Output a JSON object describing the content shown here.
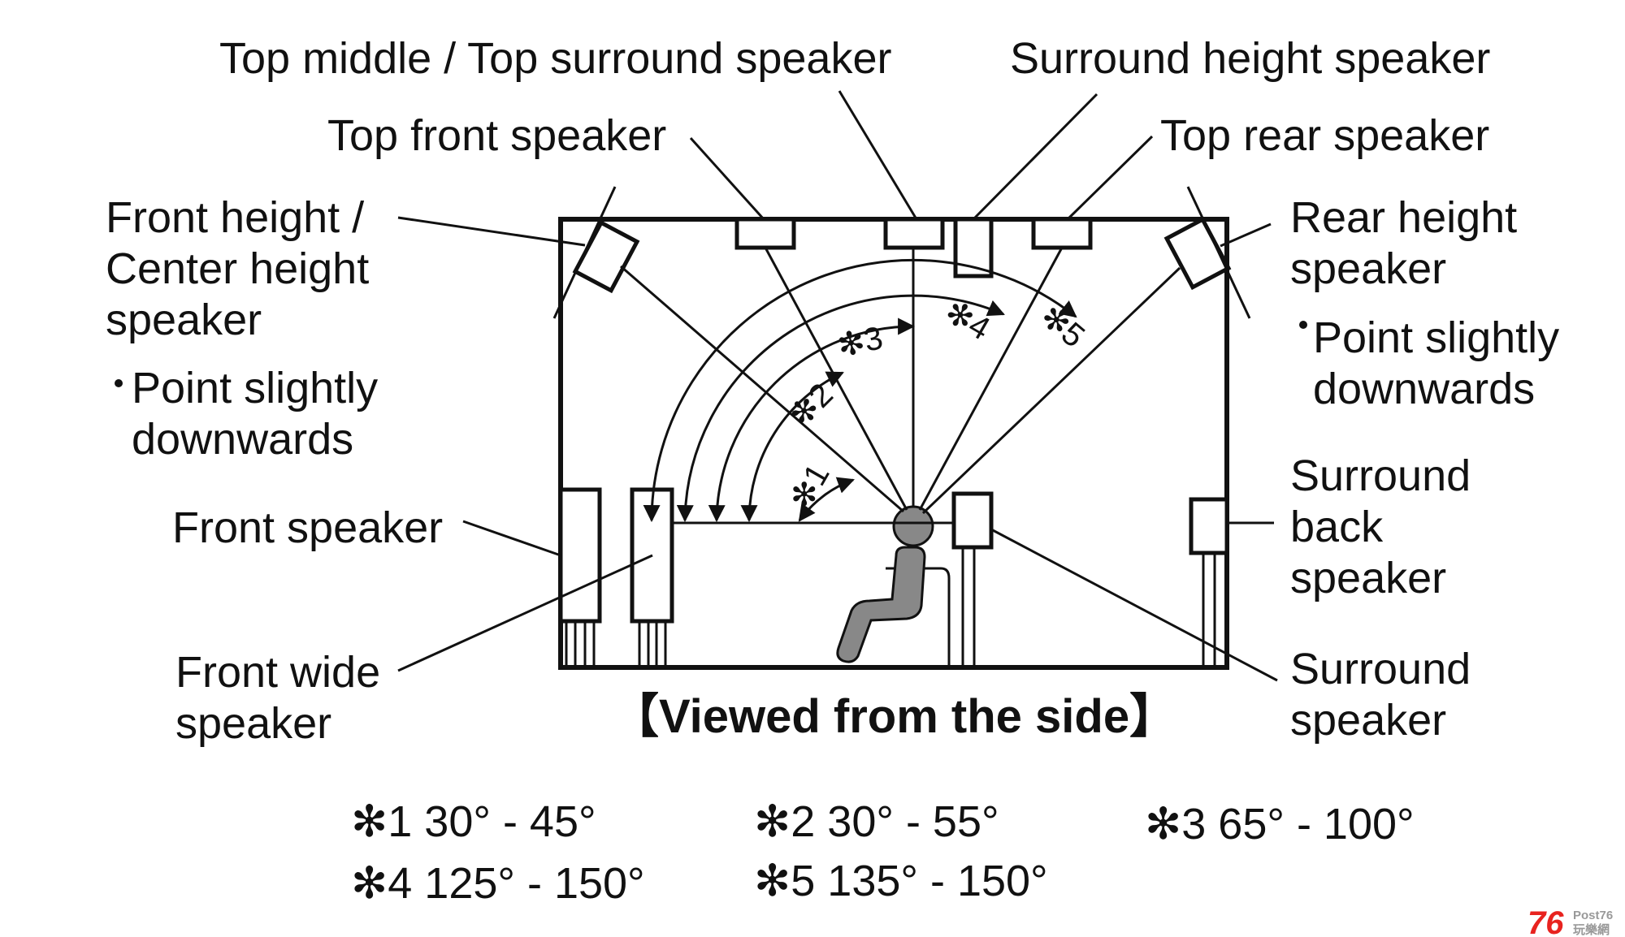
{
  "labels": {
    "top_middle": "Top middle / Top surround speaker",
    "surround_height": "Surround height speaker",
    "top_front": "Top front speaker",
    "top_rear": "Top rear speaker",
    "front_height_1": "Front height /",
    "front_height_2": "Center height",
    "front_height_3": "speaker",
    "front_height_note_1": "Point slightly",
    "front_height_note_2": "downwards",
    "rear_height_1": "Rear height",
    "rear_height_2": "speaker",
    "rear_height_note_1": "Point slightly",
    "rear_height_note_2": "downwards",
    "front_speaker": "Front speaker",
    "front_wide_1": "Front wide",
    "front_wide_2": "speaker",
    "surround_back_1": "Surround",
    "surround_back_2": "back",
    "surround_back_3": "speaker",
    "surround_1": "Surround",
    "surround_2": "speaker",
    "caption": "【Viewed from the side】"
  },
  "angle_marks": [
    "✻1",
    "✻2",
    "✻3",
    "✻4",
    "✻5"
  ],
  "notes": [
    "✻1 30° - 45°",
    "✻2 30° - 55°",
    "✻3 65° - 100°",
    "✻4 125° - 150°",
    "✻5 135° - 150°"
  ],
  "watermark": {
    "number": "76",
    "text_top": "Post76",
    "text_bottom": "玩樂網"
  },
  "colors": {
    "line": "#111111",
    "listener": "#888888",
    "watermark_red": "#e8231f"
  }
}
